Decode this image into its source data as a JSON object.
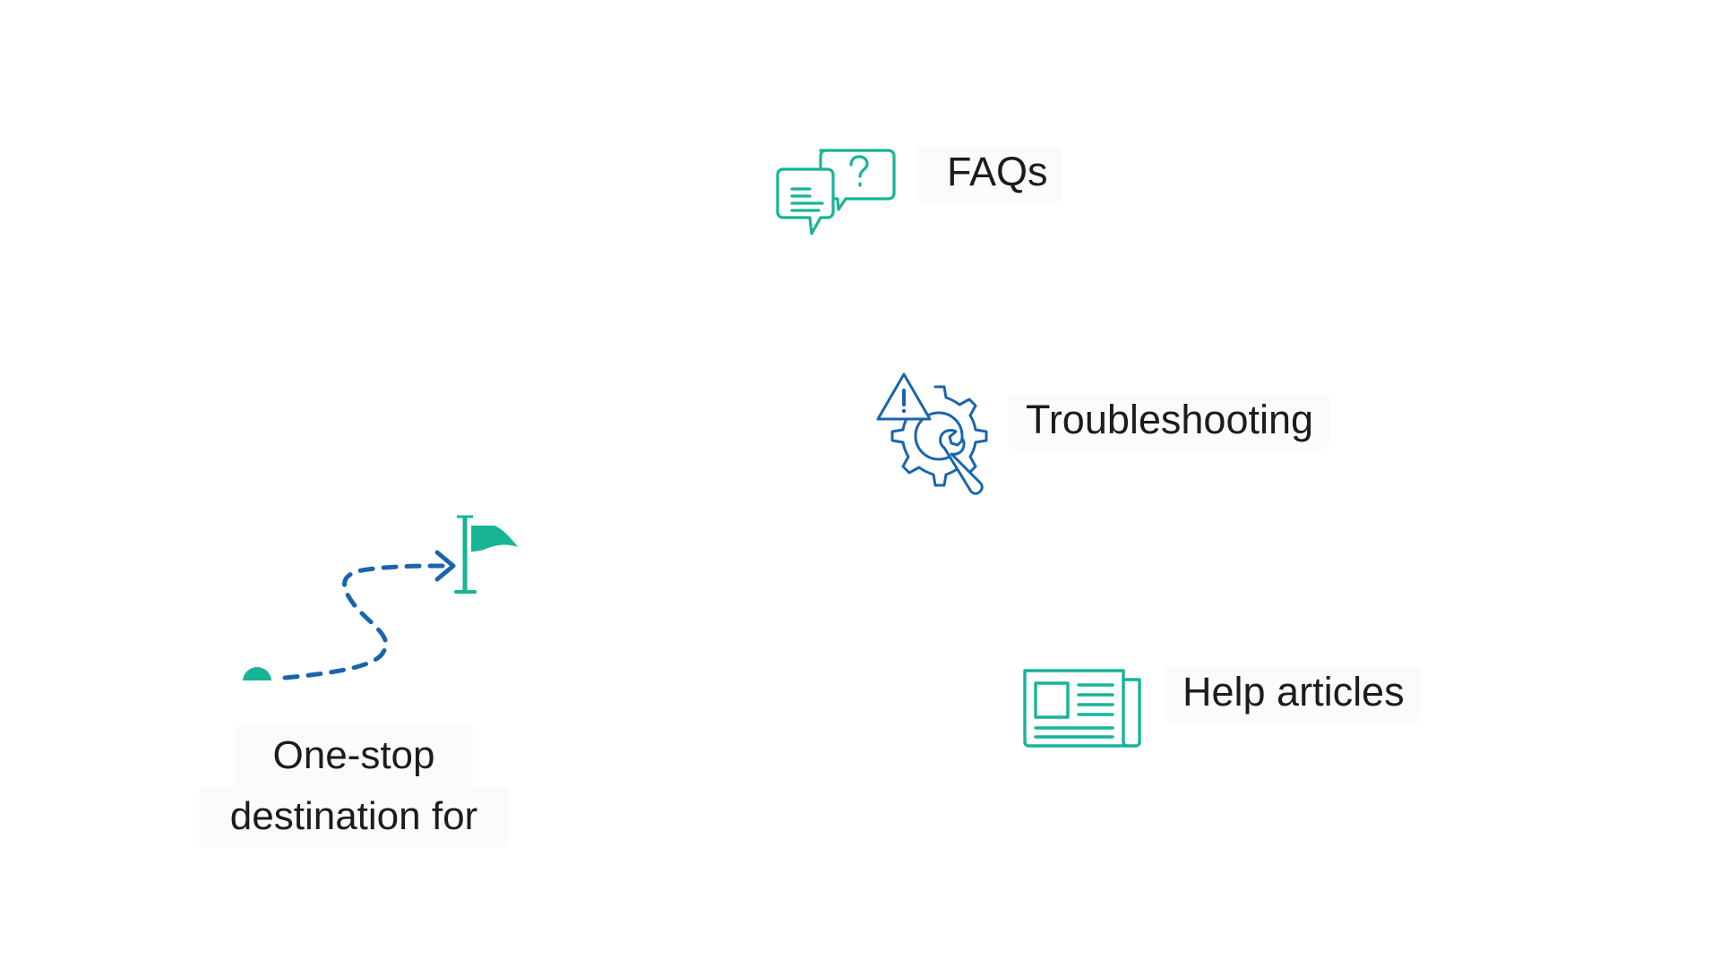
{
  "journey": {
    "line1": "One-stop",
    "line2": "destination for",
    "icons": [
      "start-dot-icon",
      "dashed-path-arrow-icon",
      "flag-icon"
    ]
  },
  "items": [
    {
      "label": "FAQs",
      "icon": "faq-chat-bubbles-icon"
    },
    {
      "label": "Troubleshooting",
      "icon": "gear-warning-wrench-icon"
    },
    {
      "label": "Help articles",
      "icon": "newspaper-article-icon"
    }
  ],
  "colors": {
    "teal": "#17b496",
    "blue": "#1a64ae",
    "text": "#1c1c1c",
    "background": "#ffffff"
  }
}
